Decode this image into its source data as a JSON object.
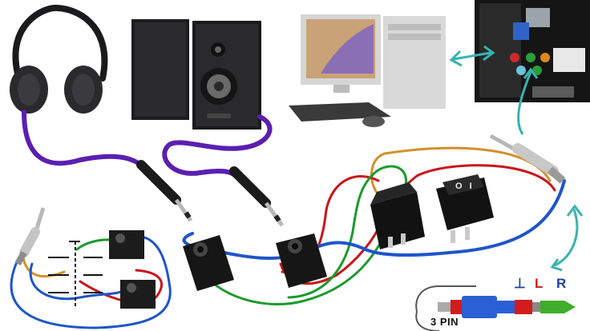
{
  "labels": {
    "pin_count": "3 PIN",
    "ground_symbol": "⊥",
    "left_channel": "L",
    "right_channel": "R",
    "switch_markings": "O I"
  },
  "colors": {
    "wire_purple": "#5a1fb0",
    "wire_blue": "#1f55c8",
    "wire_red": "#c8161a",
    "wire_green": "#1a9a2a",
    "wire_orange": "#d2902a",
    "arrow_teal": "#39b3b0"
  }
}
